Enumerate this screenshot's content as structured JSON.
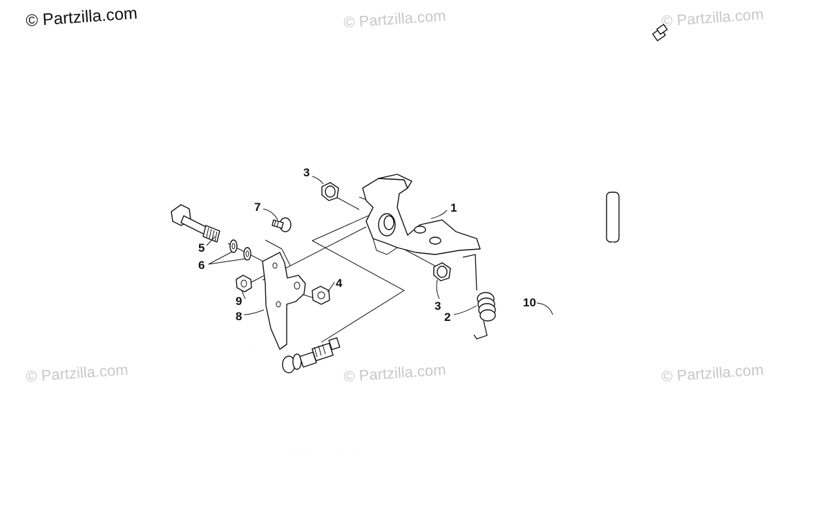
{
  "watermarks": {
    "main": "© Partzilla.com",
    "faint": "© Partzilla.com"
  },
  "callouts": {
    "c1": "1",
    "c2": "2",
    "c3a": "3",
    "c3b": "3",
    "c4": "4",
    "c5": "5",
    "c6": "6",
    "c7": "7",
    "c8": "8",
    "c9": "9",
    "c10": "10"
  },
  "colors": {
    "ink": "#111111",
    "watermark": "#c8c8c8",
    "background": "#ffffff"
  }
}
